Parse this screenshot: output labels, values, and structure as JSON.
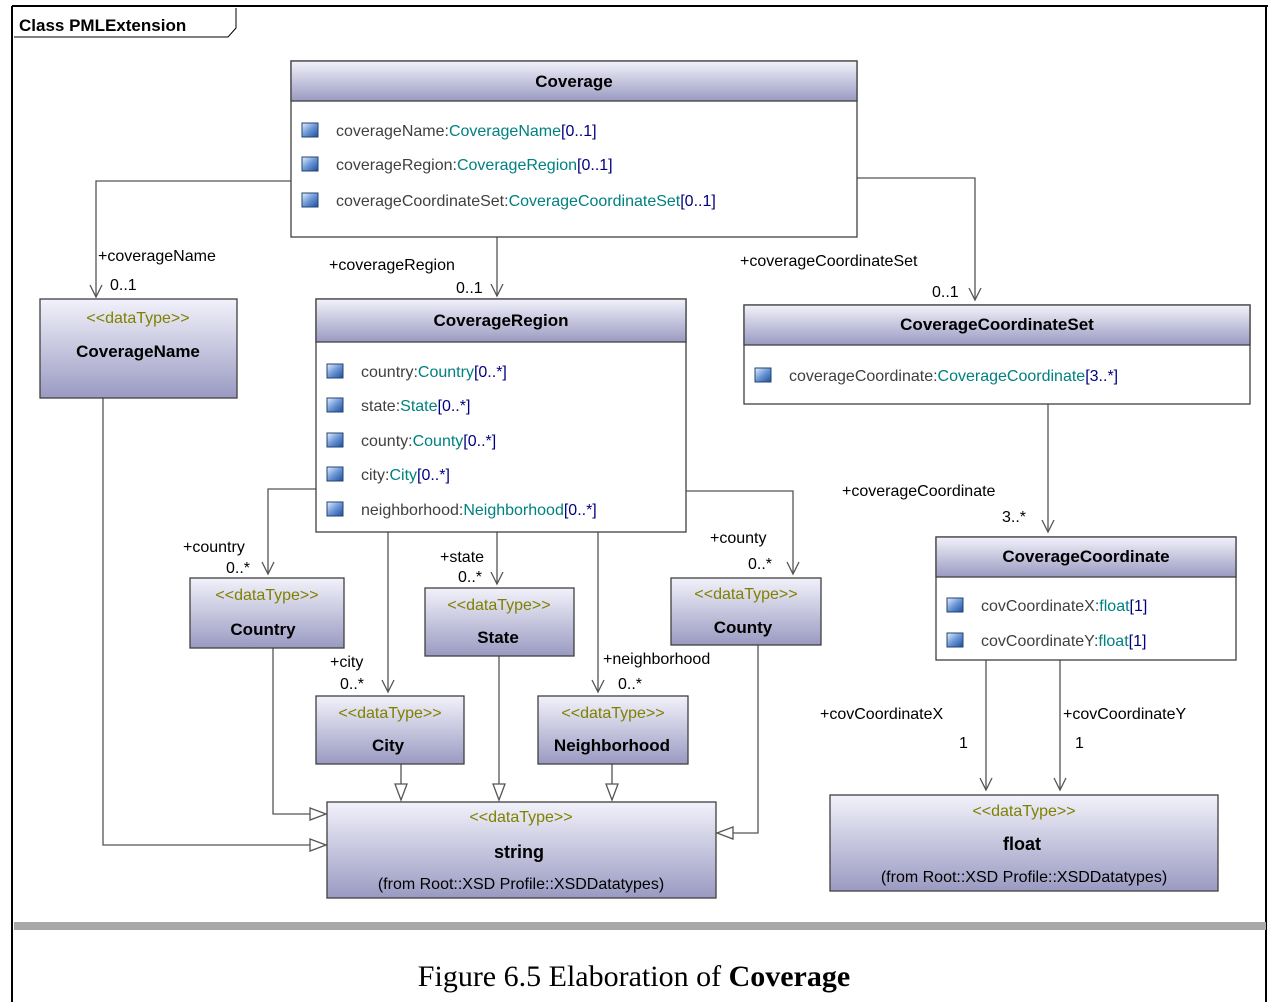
{
  "frame": {
    "title": "Class PMLExtension"
  },
  "colors": {
    "header_top": "#f2f2fb",
    "header_bottom": "#9a9ac2",
    "attr_type": "#008080",
    "attr_mult": "#000080",
    "stereotype": "#808000",
    "border": "#404040"
  },
  "classes": {
    "coverage": {
      "name": "Coverage",
      "attributes": [
        {
          "name": "coverageName:",
          "type": "CoverageName",
          "mult": "[0..1]"
        },
        {
          "name": "coverageRegion:",
          "type": "CoverageRegion",
          "mult": "[0..1]"
        },
        {
          "name": "coverageCoordinateSet:",
          "type": "CoverageCoordinateSet",
          "mult": "[0..1]"
        }
      ]
    },
    "coverage_region": {
      "name": "CoverageRegion",
      "attributes": [
        {
          "name": "country:",
          "type": "Country",
          "mult": "[0..*]"
        },
        {
          "name": "state:",
          "type": "State",
          "mult": "[0..*]"
        },
        {
          "name": "county:",
          "type": "County",
          "mult": "[0..*]"
        },
        {
          "name": "city:",
          "type": "City",
          "mult": "[0..*]"
        },
        {
          "name": "neighborhood:",
          "type": "Neighborhood",
          "mult": "[0..*]"
        }
      ]
    },
    "coverage_coordinate_set": {
      "name": "CoverageCoordinateSet",
      "attributes": [
        {
          "name": "coverageCoordinate:",
          "type": "CoverageCoordinate",
          "mult": "[3..*]"
        }
      ]
    },
    "coverage_coordinate": {
      "name": "CoverageCoordinate",
      "attributes": [
        {
          "name": "covCoordinateX:",
          "type": "float",
          "mult": "[1]"
        },
        {
          "name": "covCoordinateY:",
          "type": "float",
          "mult": "[1]"
        }
      ]
    }
  },
  "datatypes": {
    "stereotype": "<<dataType>>",
    "coverage_name": {
      "name": "CoverageName"
    },
    "country": {
      "name": "Country"
    },
    "state": {
      "name": "State"
    },
    "county": {
      "name": "County"
    },
    "city": {
      "name": "City"
    },
    "neighborhood": {
      "name": "Neighborhood"
    },
    "string": {
      "name": "string",
      "from": "(from Root::XSD Profile::XSDDatatypes)"
    },
    "float": {
      "name": "float",
      "from": "(from Root::XSD Profile::XSDDatatypes)"
    }
  },
  "associations": {
    "coverage_name": {
      "role": "+coverageName",
      "mult": "0..1"
    },
    "coverage_region": {
      "role": "+coverageRegion",
      "mult": "0..1"
    },
    "coverage_coordinate_set": {
      "role": "+coverageCoordinateSet",
      "mult": "0..1"
    },
    "coverage_coordinate": {
      "role": "+coverageCoordinate",
      "mult": "3..*"
    },
    "country": {
      "role": "+country",
      "mult": "0..*"
    },
    "state": {
      "role": "+state",
      "mult": "0..*"
    },
    "county": {
      "role": "+county",
      "mult": "0..*"
    },
    "city": {
      "role": "+city",
      "mult": "0..*"
    },
    "neighborhood": {
      "role": "+neighborhood",
      "mult": "0..*"
    },
    "cov_x": {
      "role": "+covCoordinateX",
      "mult": "1"
    },
    "cov_y": {
      "role": "+covCoordinateY",
      "mult": "1"
    }
  },
  "caption": {
    "prefix": "Figure 6.5 Elaboration of ",
    "bold": "Coverage"
  }
}
